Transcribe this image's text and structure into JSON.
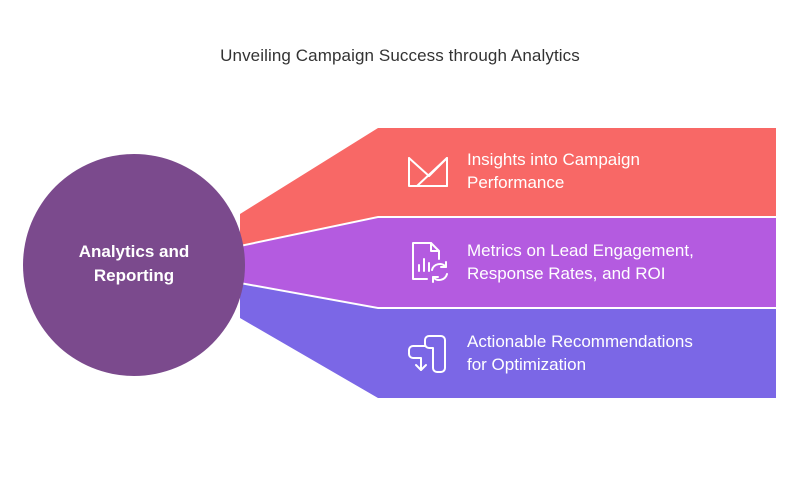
{
  "title": "Unveiling Campaign Success through Analytics",
  "hub": {
    "label_line1": "Analytics and",
    "label_line2": "Reporting",
    "color": "#7b4a8d"
  },
  "items": [
    {
      "line1": "Insights into Campaign",
      "line2": "Performance",
      "icon": "chart-corner-icon",
      "color": "#f86866"
    },
    {
      "line1": "Metrics on Lead Engagement,",
      "line2": "Response Rates, and ROI",
      "icon": "report-refresh-icon",
      "color": "#b45be0"
    },
    {
      "line1": "Actionable Recommendations",
      "line2": "for Optimization",
      "icon": "route-arrow-icon",
      "color": "#7b67e6"
    }
  ]
}
